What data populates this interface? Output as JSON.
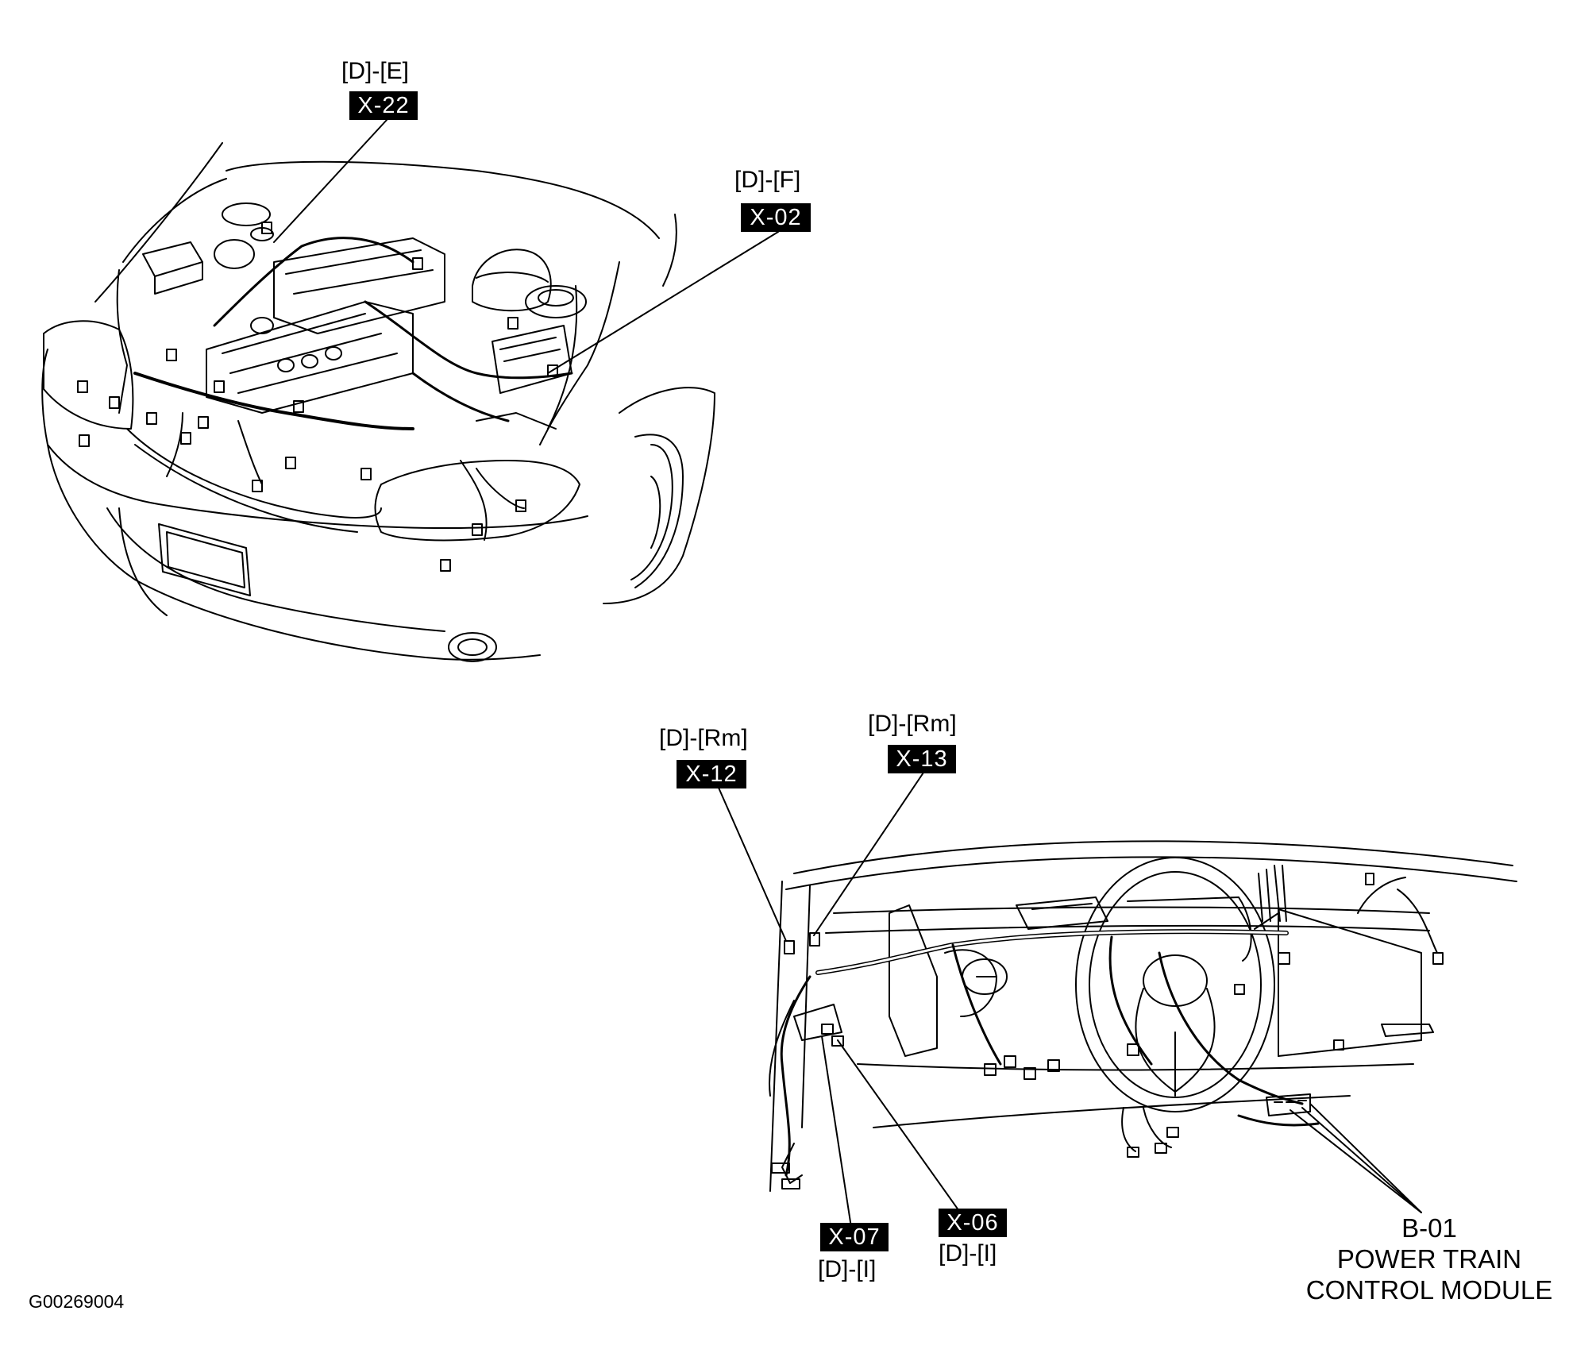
{
  "figure_id": "G00269004",
  "callouts": [
    {
      "id": "x22",
      "code": "X-22",
      "ref": "[D]-[E]"
    },
    {
      "id": "x02",
      "code": "X-02",
      "ref": "[D]-[F]"
    },
    {
      "id": "x12",
      "code": "X-12",
      "ref": "[D]-[Rm]"
    },
    {
      "id": "x13",
      "code": "X-13",
      "ref": "[D]-[Rm]"
    },
    {
      "id": "x07",
      "code": "X-07",
      "ref": "[D]-[I]"
    },
    {
      "id": "x06",
      "code": "X-06",
      "ref": "[D]-[I]"
    }
  ],
  "module": {
    "code": "B-01",
    "name_line1": "POWER TRAIN",
    "name_line2": "CONTROL MODULE"
  }
}
